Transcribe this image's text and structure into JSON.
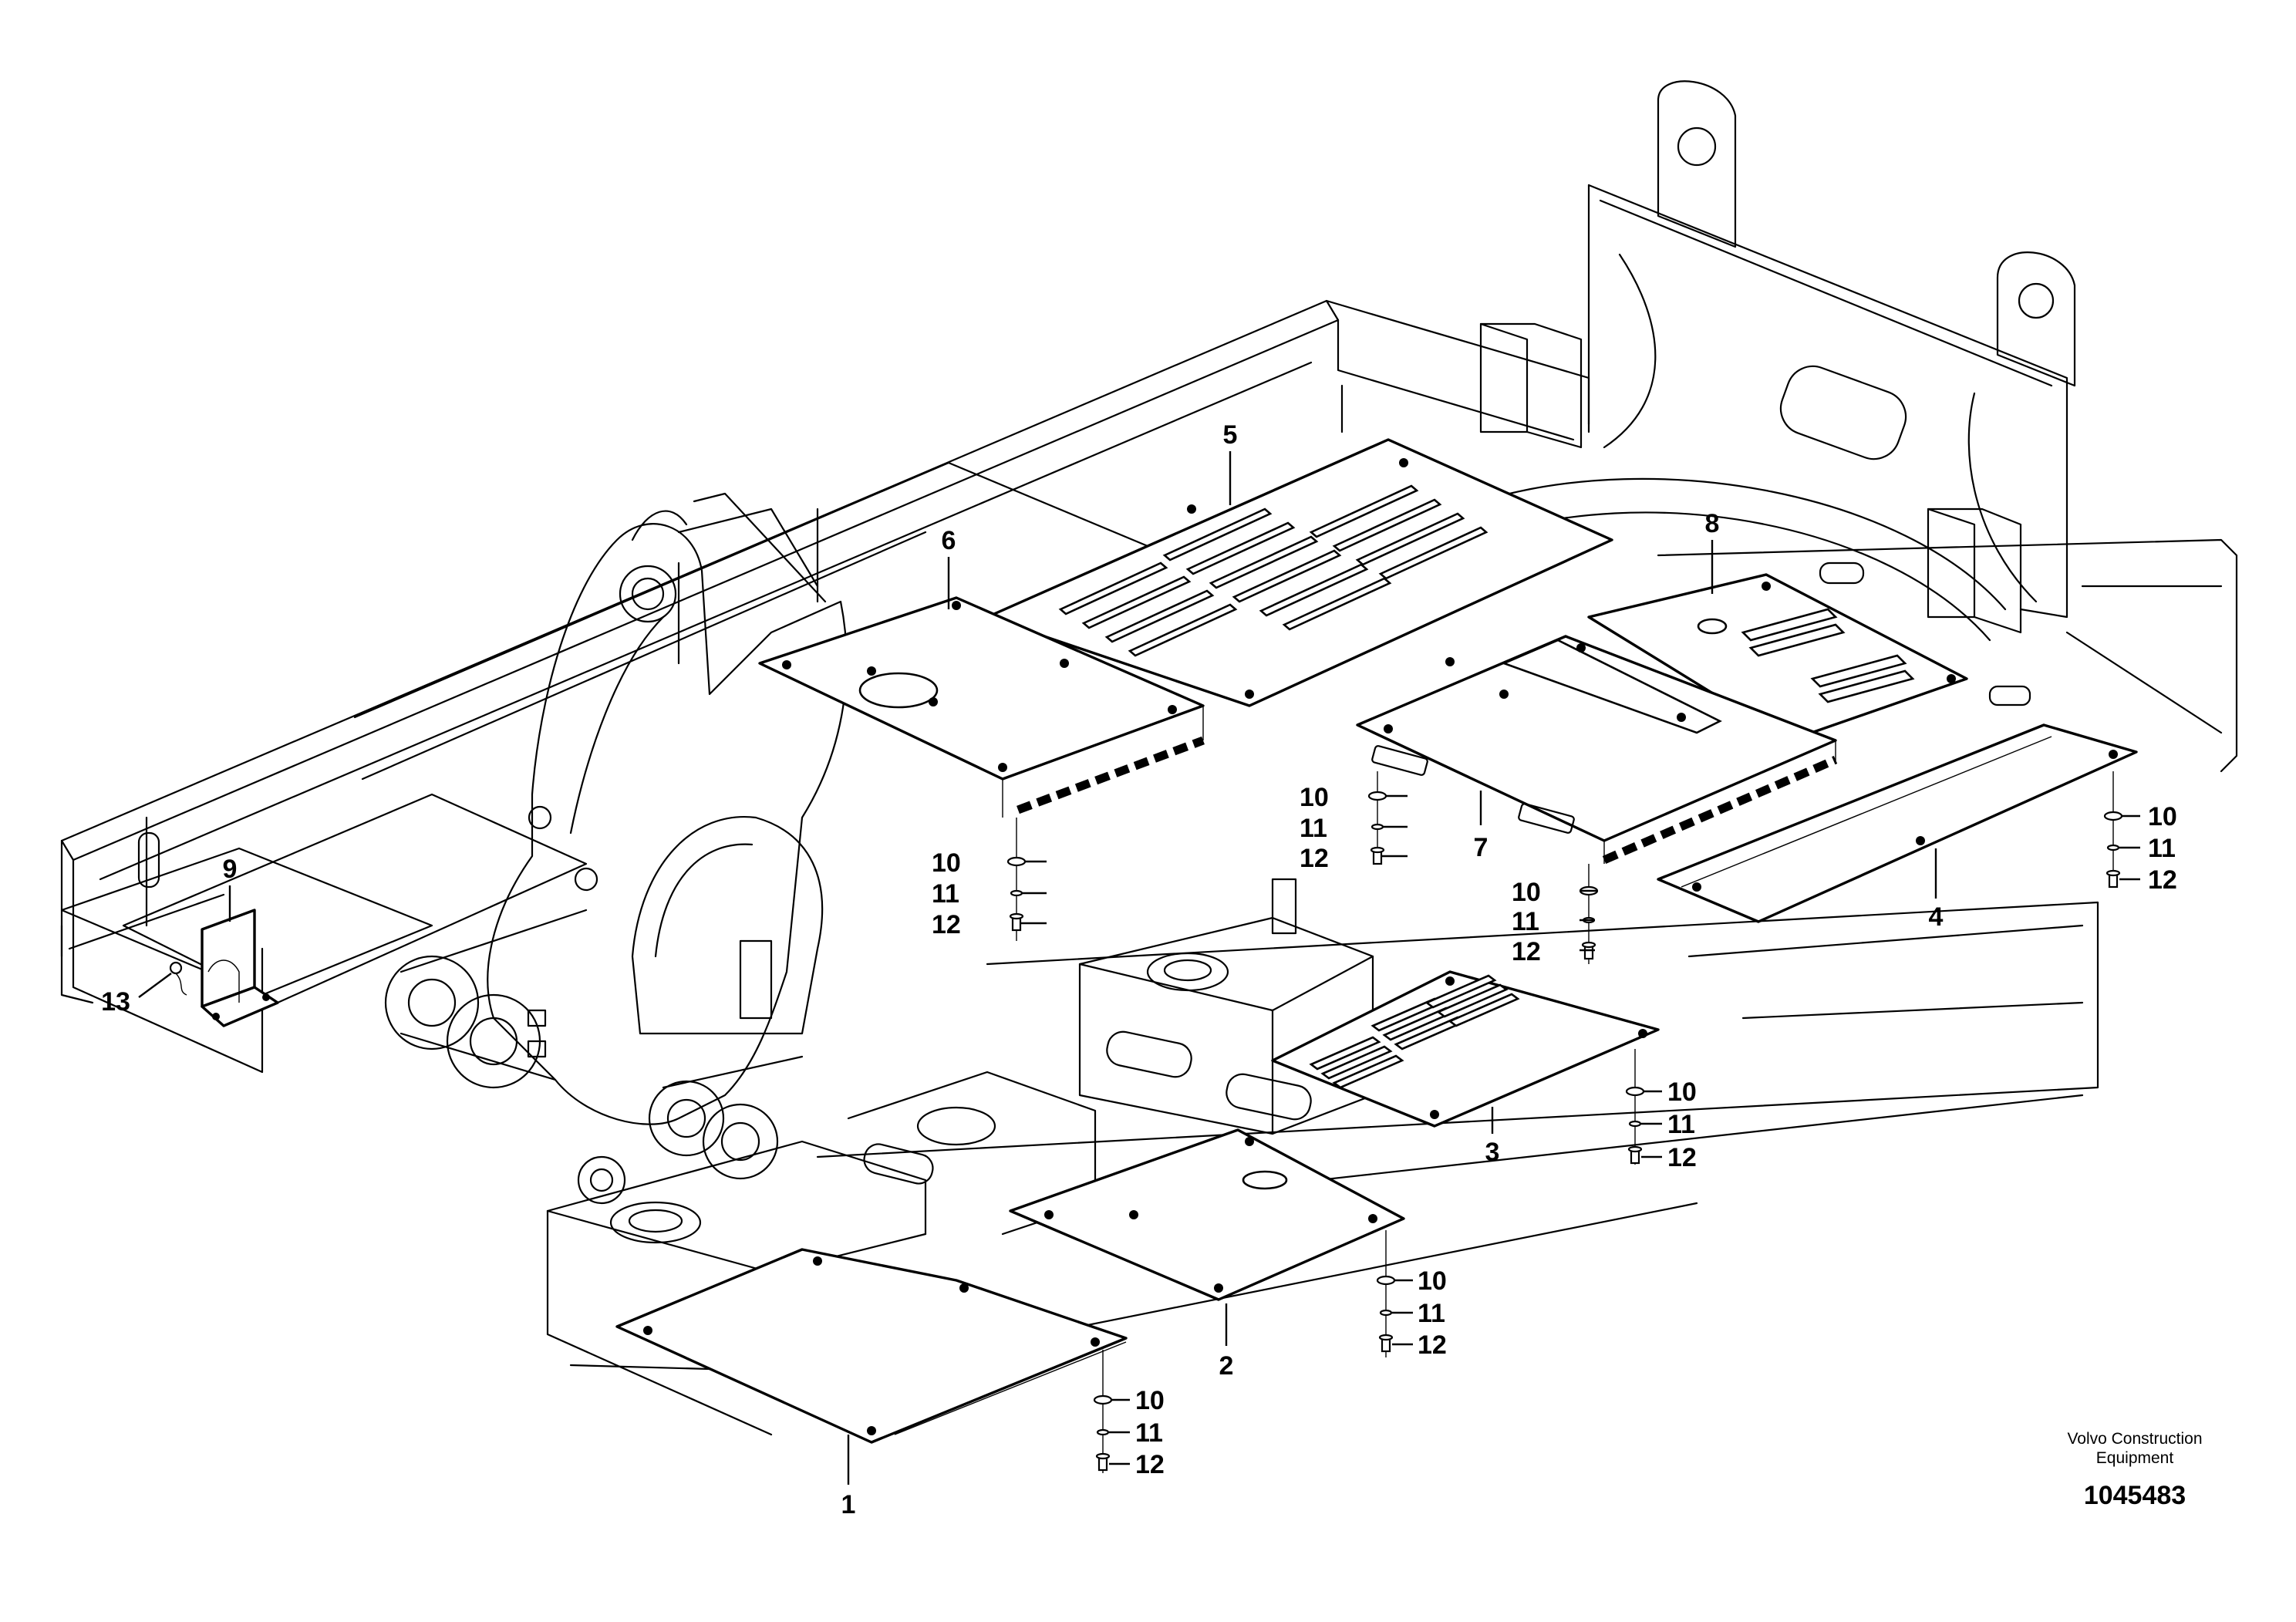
{
  "callouts": {
    "c1": "1",
    "c2": "2",
    "c3": "3",
    "c4": "4",
    "c5": "5",
    "c6": "6",
    "c7": "7",
    "c8": "8",
    "c9": "9",
    "c13": "13"
  },
  "hardware_labels": {
    "washer": "10",
    "lock_washer": "11",
    "screw": "12"
  },
  "footer": {
    "brand_line1": "Volvo Construction",
    "brand_line2": "Equipment",
    "drawing_number": "1045483"
  }
}
